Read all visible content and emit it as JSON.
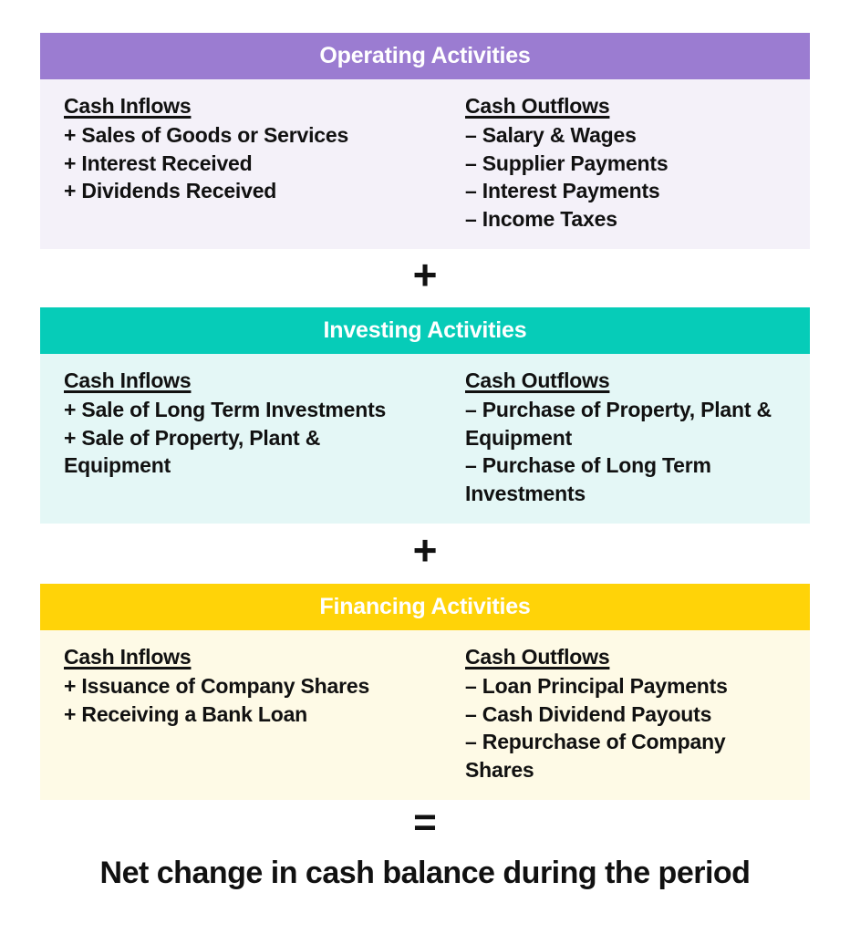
{
  "sections": [
    {
      "id": "operating",
      "title": "Operating Activities",
      "header_color": "#9B7CD1",
      "body_color": "#F4F1F9",
      "inflows": {
        "title": "Cash Inflows",
        "items": [
          "+ Sales of Goods or Services",
          "+ Interest Received",
          "+ Dividends Received"
        ]
      },
      "outflows": {
        "title": "Cash Outflows",
        "items": [
          "– Salary & Wages",
          "– Supplier Payments",
          "– Interest Payments",
          "– Income Taxes"
        ]
      }
    },
    {
      "id": "investing",
      "title": "Investing Activities",
      "header_color": "#06CCB8",
      "body_color": "#E4F7F6",
      "inflows": {
        "title": "Cash Inflows",
        "items": [
          "+ Sale of Long Term Investments",
          "+ Sale of Property, Plant & Equipment"
        ]
      },
      "outflows": {
        "title": "Cash Outflows",
        "items": [
          "– Purchase of Property, Plant & Equipment",
          "– Purchase of Long Term Investments"
        ]
      }
    },
    {
      "id": "financing",
      "title": "Financing Activities",
      "header_color": "#FFD308",
      "body_color": "#FEFAE6",
      "inflows": {
        "title": "Cash Inflows",
        "items": [
          "+ Issuance of Company Shares",
          "+ Receiving a Bank Loan"
        ]
      },
      "outflows": {
        "title": "Cash Outflows",
        "items": [
          "– Loan Principal Payments",
          "– Cash Dividend Payouts",
          "– Repurchase of Company Shares"
        ]
      }
    }
  ],
  "operators": {
    "plus_1": "+",
    "plus_2": "+",
    "equals": "="
  },
  "footer": {
    "result": "Net change in cash balance during the period"
  }
}
